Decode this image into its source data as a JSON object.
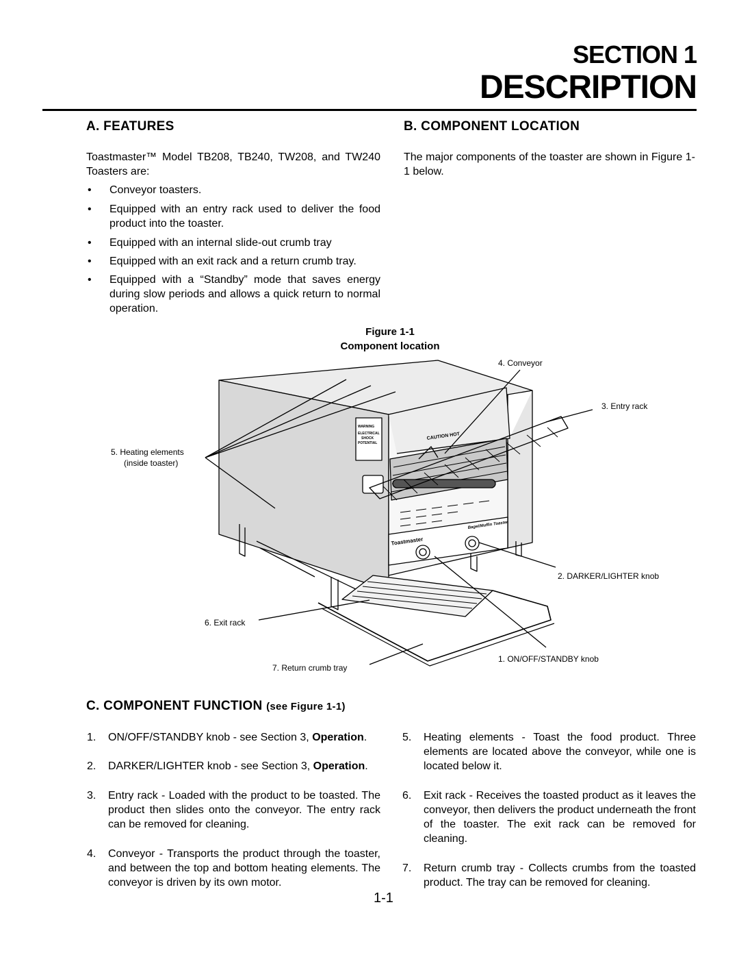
{
  "header": {
    "section": "SECTION 1",
    "title": "DESCRIPTION"
  },
  "features": {
    "heading": "A.  FEATURES",
    "intro": "Toastmaster™ Model TB208, TB240, TW208, and TW240 Toasters are:",
    "bullet_char": "•",
    "items": [
      "Conveyor toasters.",
      "Equipped with an entry rack used to deliver the food product into the toaster.",
      "Equipped with an internal slide-out crumb tray",
      "Equipped with an exit rack and a return crumb tray.",
      "Equipped with a “Standby” mode that saves energy during slow periods and allows a quick return to normal operation."
    ]
  },
  "component_location": {
    "heading": "B.  COMPONENT LOCATION",
    "text": "The major components of the toaster are shown in Figure 1-1 below."
  },
  "figure": {
    "number": "Figure 1-1",
    "caption": "Component location",
    "callouts": {
      "conveyor": "4.  Conveyor",
      "entry_rack": "3.  Entry rack",
      "heating_1": "5.  Heating elements",
      "heating_2": "(inside toaster)",
      "darker": "2.  DARKER/LIGHTER knob",
      "exit_rack": "6.  Exit rack",
      "onoff": "1.  ON/OFF/STANDBY knob",
      "crumb_tray": "7.  Return crumb tray"
    },
    "labels": {
      "warning": "WARNING",
      "electrical": "ELECTRICAL",
      "shock": "SHOCK",
      "potential": "POTENTIAL",
      "caution": "CAUTION  HOT",
      "brand": "Toastmaster",
      "model": "Bagel/Muffin Toaster"
    }
  },
  "component_function": {
    "heading": "C.  COMPONENT FUNCTION",
    "heading_suffix": "(see Figure 1-1)",
    "items_left": [
      {
        "n": "1.",
        "text": "ON/OFF/STANDBY knob - see Section 3, ",
        "bold": "Operation",
        "end": "."
      },
      {
        "n": "2.",
        "text": "DARKER/LIGHTER knob - see Section 3, ",
        "bold": "Operation",
        "end": "."
      },
      {
        "n": "3.",
        "text": "Entry rack - Loaded with the product to be toasted. The product then slides onto the conveyor. The entry rack can be removed for cleaning."
      },
      {
        "n": "4.",
        "text": "Conveyor - Transports the product through the toaster, and between the top and bottom heating elements. The conveyor is driven by its own motor."
      }
    ],
    "items_right": [
      {
        "n": "5.",
        "text": "Heating elements - Toast the food product.  Three elements are located above the conveyor, while one is located below it."
      },
      {
        "n": "6.",
        "text": "Exit rack - Receives the toasted product as it leaves the conveyor, then delivers the product underneath the front of the toaster.  The exit rack can be removed for cleaning."
      },
      {
        "n": "7.",
        "text": "Return crumb tray - Collects crumbs from the toasted product.  The tray can be removed for cleaning."
      }
    ]
  },
  "page_number": "1-1"
}
